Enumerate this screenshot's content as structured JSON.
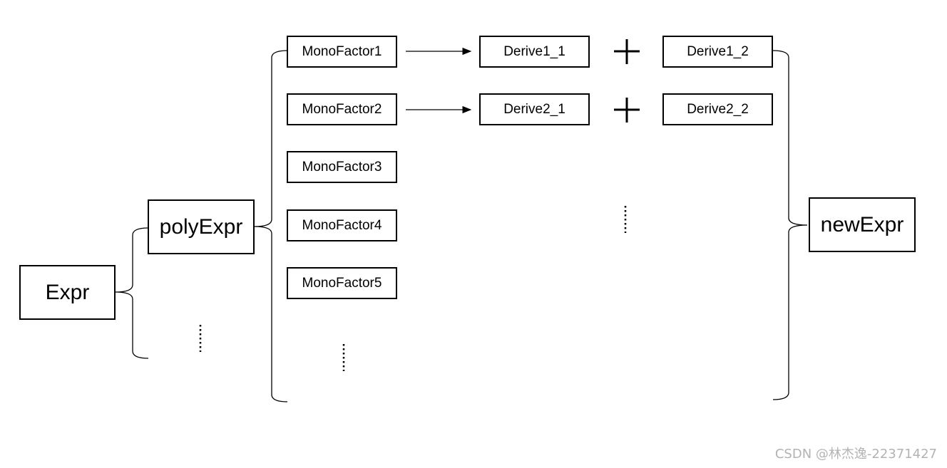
{
  "nodes": {
    "expr": "Expr",
    "poly_expr": "polyExpr",
    "mono_factors": [
      "MonoFactor1",
      "MonoFactor2",
      "MonoFactor3",
      "MonoFactor4",
      "MonoFactor5"
    ],
    "derive_first": [
      "Derive1_1",
      "Derive2_1"
    ],
    "derive_second": [
      "Derive1_2",
      "Derive2_2"
    ],
    "new_expr": "newExpr"
  },
  "watermark": "CSDN @林杰逸-22371427"
}
